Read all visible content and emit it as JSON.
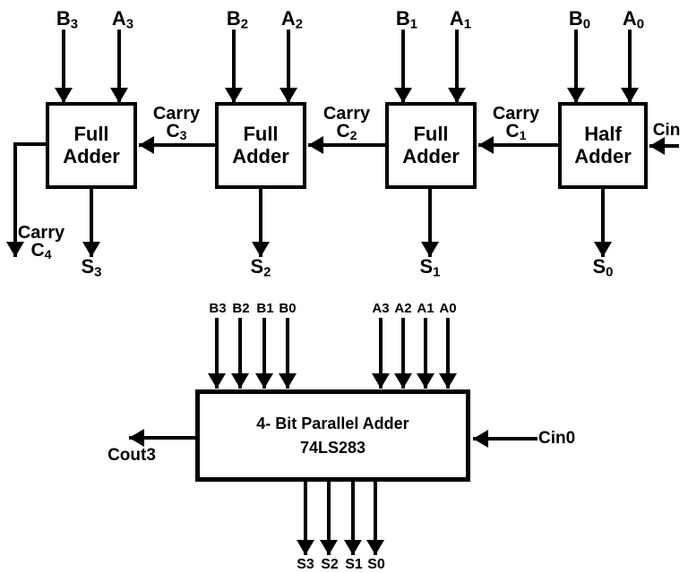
{
  "diagram": {
    "background": "#ffffff",
    "line_color": "#000000"
  },
  "ripple_adder": {
    "blocks": [
      {
        "line1": "Full",
        "line2": "Adder"
      },
      {
        "line1": "Full",
        "line2": "Adder"
      },
      {
        "line1": "Full",
        "line2": "Adder"
      },
      {
        "line1": "Half",
        "line2": "Adder"
      }
    ],
    "inputs": [
      {
        "main": "B",
        "sub": "3"
      },
      {
        "main": "A",
        "sub": "3"
      },
      {
        "main": "B",
        "sub": "2"
      },
      {
        "main": "A",
        "sub": "2"
      },
      {
        "main": "B",
        "sub": "1"
      },
      {
        "main": "A",
        "sub": "1"
      },
      {
        "main": "B",
        "sub": "0"
      },
      {
        "main": "A",
        "sub": "0"
      }
    ],
    "carries": [
      {
        "word": "Carry",
        "main": "C",
        "sub": "3"
      },
      {
        "word": "Carry",
        "main": "C",
        "sub": "2"
      },
      {
        "word": "Carry",
        "main": "C",
        "sub": "1"
      }
    ],
    "carry_in": "Cin",
    "carry_out": {
      "word": "Carry",
      "main": "C",
      "sub": "4"
    },
    "sums": [
      {
        "main": "S",
        "sub": "3"
      },
      {
        "main": "S",
        "sub": "2"
      },
      {
        "main": "S",
        "sub": "1"
      },
      {
        "main": "S",
        "sub": "0"
      }
    ]
  },
  "parallel_adder": {
    "chip": {
      "line1": "4- Bit Parallel Adder",
      "line2": "74LS283"
    },
    "b_inputs": [
      "B3",
      "B2",
      "B1",
      "B0"
    ],
    "a_inputs": [
      "A3",
      "A2",
      "A1",
      "A0"
    ],
    "carry_out": "Cout3",
    "carry_in": "Cin0",
    "outputs": [
      "S3",
      "S2",
      "S1",
      "S0"
    ]
  }
}
